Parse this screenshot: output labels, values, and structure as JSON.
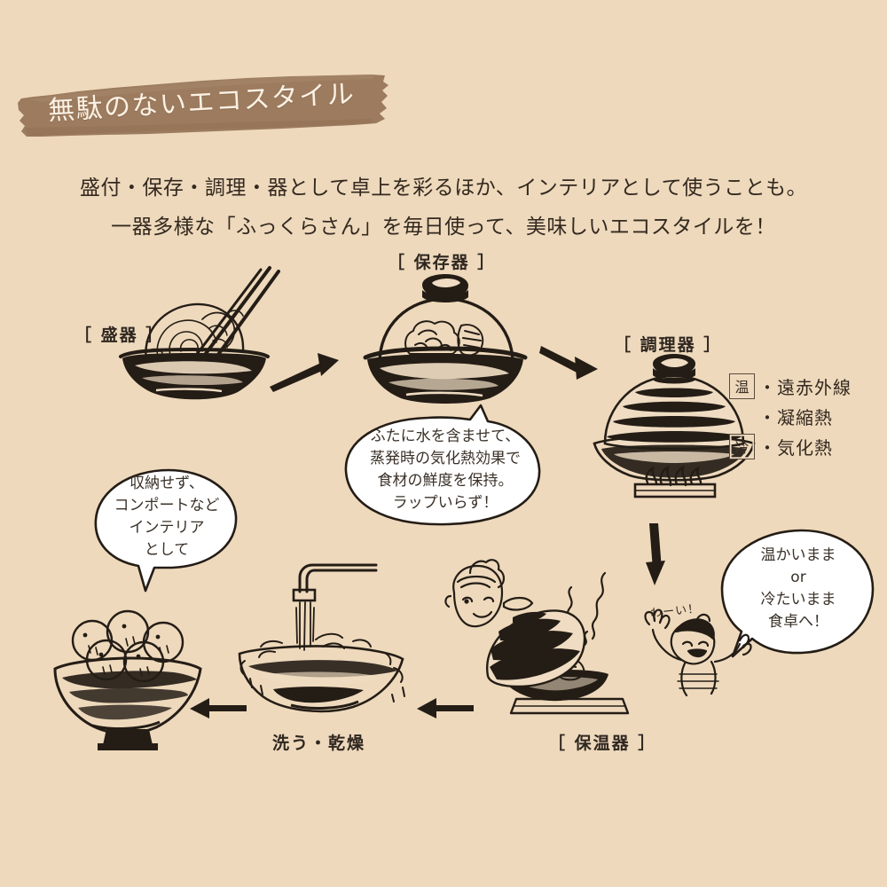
{
  "header": {
    "banner_title": "無駄のないエコスタイル",
    "banner_color": "#9c7b5e",
    "banner_text_color": "#fbf1e4"
  },
  "background_color": "#eed9bc",
  "subtitle": {
    "line1": "盛付・保存・調理・器として卓上を彩るほか、インテリアとして使うことも。",
    "line2": "一器多様な「ふっくらさん」を毎日使って、美味しいエコスタイルを！"
  },
  "stations": {
    "serving": {
      "label": "［ 盛器 ］",
      "icon": "noodle-bowl-with-chopsticks"
    },
    "storage": {
      "label": "［ 保存器 ］",
      "icon": "covered-pot-with-food"
    },
    "cooking": {
      "label": "［ 調理器 ］",
      "icon": "pot-on-burner-flame"
    },
    "warming": {
      "label": "［ 保温器 ］",
      "icon": "pot-on-tray-with-steam"
    },
    "washing": {
      "label": "洗う・乾燥",
      "icon": "faucet-washing-bowl"
    },
    "interior": {
      "label": "",
      "icon": "footed-compote-bowl-with-fruit"
    }
  },
  "bubbles": {
    "storage": {
      "line1": "ふたに水を含ませて、",
      "line2": "蒸発時の気化熱効果で",
      "line3": "食材の鮮度を保持。",
      "line4": "ラップいらず！"
    },
    "interior": {
      "line1": "収納せず、",
      "line2": "コンポートなど",
      "line3": "インテリア",
      "line4": "として"
    },
    "table": {
      "line1": "温かいまま",
      "line2": "or",
      "line3": "冷たいまま",
      "line4": "食卓へ！"
    }
  },
  "heat_list": [
    {
      "box": "温",
      "text": "・遠赤外線"
    },
    {
      "box": "",
      "text": "・凝縮熱"
    },
    {
      "box": "冷",
      "text": "・気化熱"
    }
  ],
  "annotations": {
    "child_cheer": "わーい！"
  }
}
